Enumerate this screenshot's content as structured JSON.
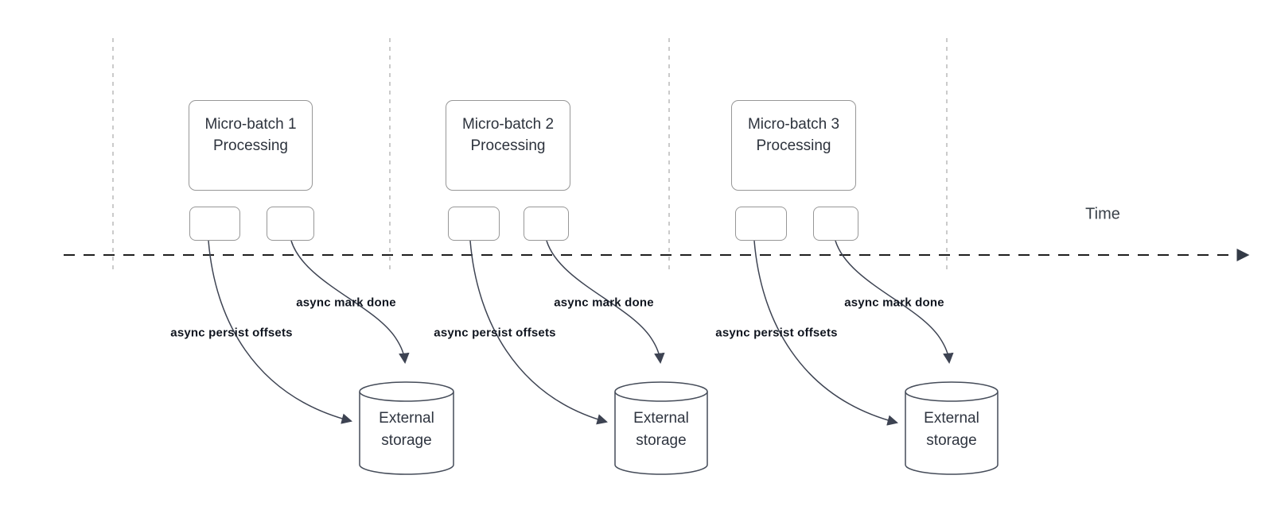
{
  "timeline": {
    "label": "Time"
  },
  "groups": [
    {
      "title_line1": "Micro-batch 1",
      "title_line2": "Processing",
      "persist_arrow_label": "async persist offsets",
      "mark_arrow_label": "async mark done",
      "storage_line1": "External",
      "storage_line2": "storage"
    },
    {
      "title_line1": "Micro-batch 2",
      "title_line2": "Processing",
      "persist_arrow_label": "async persist offsets",
      "mark_arrow_label": "async mark done",
      "storage_line1": "External",
      "storage_line2": "storage"
    },
    {
      "title_line1": "Micro-batch 3",
      "title_line2": "Processing",
      "persist_arrow_label": "async persist offsets",
      "mark_arrow_label": "async mark done",
      "storage_line1": "External",
      "storage_line2": "storage"
    }
  ],
  "colors": {
    "guide_line": "#b5b5b5",
    "timeline": "#1f1f1f",
    "arrow": "#3d4352",
    "box_border": "#979797",
    "box_text": "#2d333d",
    "bold_label": "#10151f"
  }
}
